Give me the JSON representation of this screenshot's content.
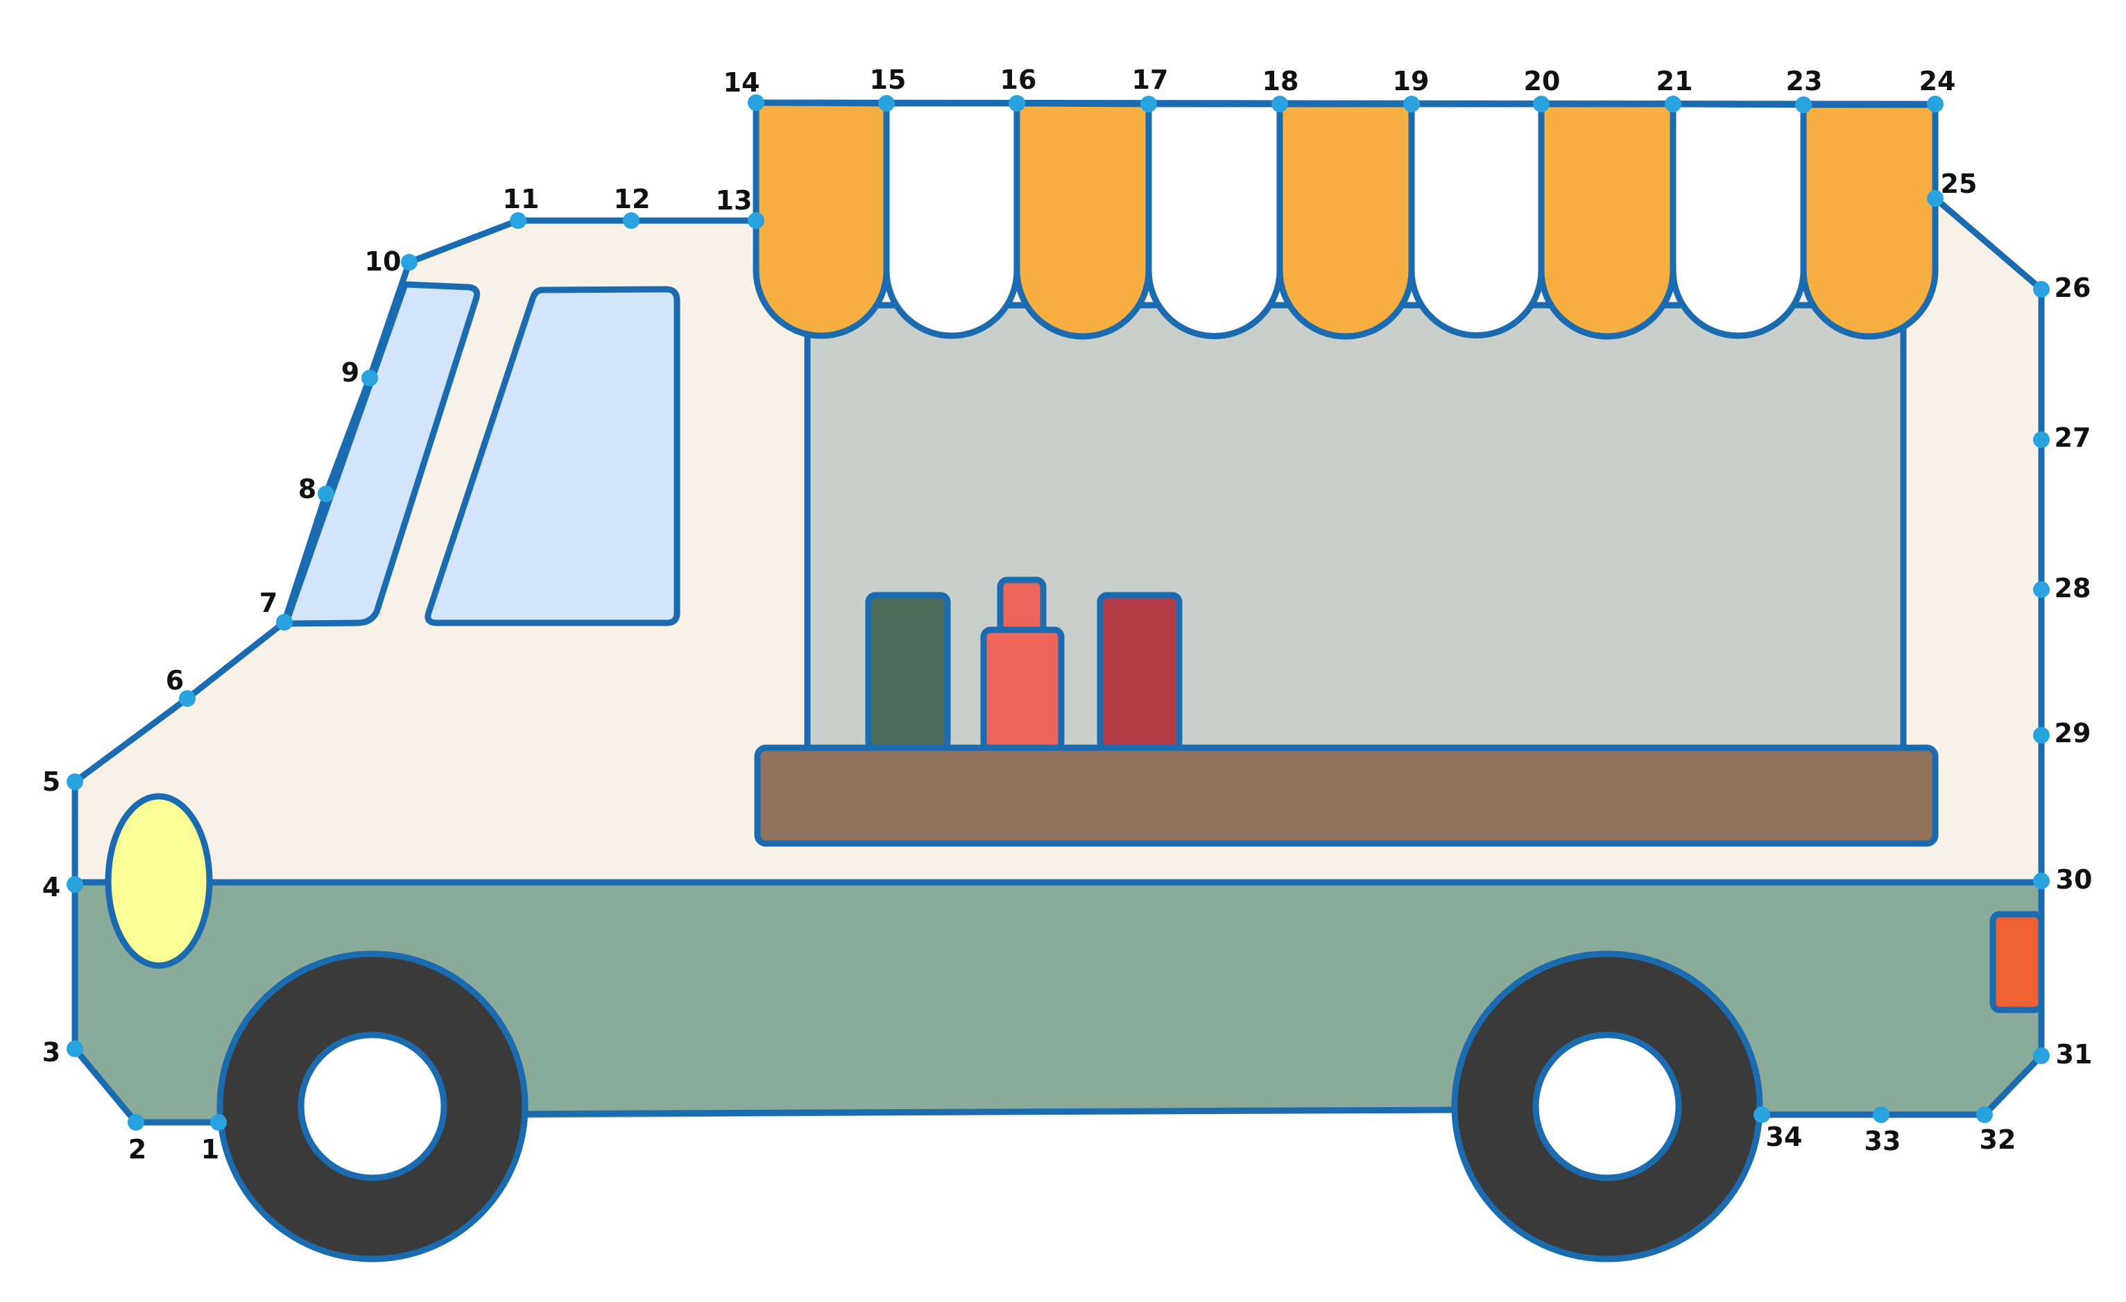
{
  "puzzle": {
    "dots": [
      {
        "label": "1"
      },
      {
        "label": "2"
      },
      {
        "label": "3"
      },
      {
        "label": "4"
      },
      {
        "label": "5"
      },
      {
        "label": "6"
      },
      {
        "label": "7"
      },
      {
        "label": "8"
      },
      {
        "label": "9"
      },
      {
        "label": "10"
      },
      {
        "label": "11"
      },
      {
        "label": "12"
      },
      {
        "label": "13"
      },
      {
        "label": "14"
      },
      {
        "label": "15"
      },
      {
        "label": "16"
      },
      {
        "label": "17"
      },
      {
        "label": "18"
      },
      {
        "label": "19"
      },
      {
        "label": "20"
      },
      {
        "label": "21"
      },
      {
        "label": "23"
      },
      {
        "label": "24"
      },
      {
        "label": "25"
      },
      {
        "label": "26"
      },
      {
        "label": "27"
      },
      {
        "label": "28"
      },
      {
        "label": "29"
      },
      {
        "label": "30"
      },
      {
        "label": "31"
      },
      {
        "label": "32"
      },
      {
        "label": "33"
      },
      {
        "label": "34"
      }
    ]
  },
  "colors": {
    "outline": "#1a6bb0",
    "dot": "#29a3e0",
    "body_upper": "#f8f1e8",
    "body_lower": "#8aab9a",
    "window": "#d2e5fb",
    "serving_window": "#c9cfca",
    "awning_orange": "#f6af40",
    "awning_white": "#ffffff",
    "counter": "#94735e",
    "headlight": "#fbfd97",
    "taillight": "#ef6133",
    "tire": "#3a3a3a",
    "bottle_green": "#4c6b59",
    "bottle_red": "#ec665c",
    "bottle_dark_red": "#b43b45"
  }
}
